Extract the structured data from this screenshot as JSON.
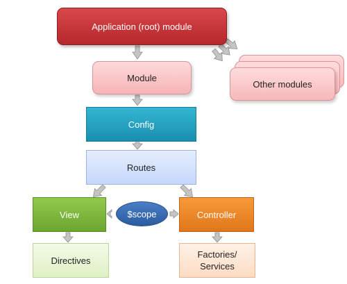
{
  "nodes": {
    "root": "Application (root) module",
    "module": "Module",
    "other_modules": "Other modules",
    "config": "Config",
    "routes": "Routes",
    "view": "View",
    "scope": "$scope",
    "controller": "Controller",
    "directives": "Directives",
    "factories": "Factories/ Services"
  },
  "colors": {
    "root": "#c0393d",
    "module": "#f9c6c8",
    "other_modules": "#f9c6c8",
    "config": "#22a3c3",
    "routes": "#d5e3fd",
    "view": "#7ab63d",
    "scope": "#3a6db3",
    "controller": "#ec8529",
    "directives": "#e9f5d7",
    "factories": "#fee7d6",
    "arrow": "#c4c4c4"
  }
}
